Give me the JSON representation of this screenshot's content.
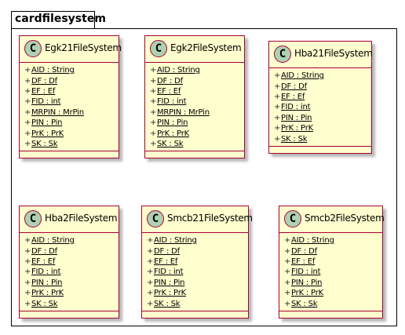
{
  "package": {
    "name": "cardfilesystem"
  },
  "classes": [
    {
      "badge": "C",
      "name": "Egk21FileSystem",
      "attributes": [
        {
          "vis": "+",
          "text": "AID : String"
        },
        {
          "vis": "+",
          "text": "DF : Df"
        },
        {
          "vis": "+",
          "text": "EF : Ef"
        },
        {
          "vis": "+",
          "text": "FID : int"
        },
        {
          "vis": "+",
          "text": "MRPIN : MrPin"
        },
        {
          "vis": "+",
          "text": "PIN : Pin"
        },
        {
          "vis": "+",
          "text": "PrK : PrK"
        },
        {
          "vis": "+",
          "text": "SK : Sk"
        }
      ]
    },
    {
      "badge": "C",
      "name": "Egk2FileSystem",
      "attributes": [
        {
          "vis": "+",
          "text": "AID : String"
        },
        {
          "vis": "+",
          "text": "DF : Df"
        },
        {
          "vis": "+",
          "text": "EF : Ef"
        },
        {
          "vis": "+",
          "text": "FID : int"
        },
        {
          "vis": "+",
          "text": "MRPIN : MrPin"
        },
        {
          "vis": "+",
          "text": "PIN : Pin"
        },
        {
          "vis": "+",
          "text": "PrK : PrK"
        },
        {
          "vis": "+",
          "text": "SK : Sk"
        }
      ]
    },
    {
      "badge": "C",
      "name": "Hba21FileSystem",
      "attributes": [
        {
          "vis": "+",
          "text": "AID : String"
        },
        {
          "vis": "+",
          "text": "DF : Df"
        },
        {
          "vis": "+",
          "text": "EF : Ef"
        },
        {
          "vis": "+",
          "text": "FID : int"
        },
        {
          "vis": "+",
          "text": "PIN : Pin"
        },
        {
          "vis": "+",
          "text": "PrK : PrK"
        },
        {
          "vis": "+",
          "text": "SK : Sk"
        }
      ]
    },
    {
      "badge": "C",
      "name": "Hba2FileSystem",
      "attributes": [
        {
          "vis": "+",
          "text": "AID : String"
        },
        {
          "vis": "+",
          "text": "DF : Df"
        },
        {
          "vis": "+",
          "text": "EF : Ef"
        },
        {
          "vis": "+",
          "text": "FID : int"
        },
        {
          "vis": "+",
          "text": "PIN : Pin"
        },
        {
          "vis": "+",
          "text": "PrK : PrK"
        },
        {
          "vis": "+",
          "text": "SK : Sk"
        }
      ]
    },
    {
      "badge": "C",
      "name": "Smcb21FileSystem",
      "attributes": [
        {
          "vis": "+",
          "text": "AID : String"
        },
        {
          "vis": "+",
          "text": "DF : Df"
        },
        {
          "vis": "+",
          "text": "EF : Ef"
        },
        {
          "vis": "+",
          "text": "FID : int"
        },
        {
          "vis": "+",
          "text": "PIN : Pin"
        },
        {
          "vis": "+",
          "text": "PrK : PrK"
        },
        {
          "vis": "+",
          "text": "SK : Sk"
        }
      ]
    },
    {
      "badge": "C",
      "name": "Smcb2FileSystem",
      "attributes": [
        {
          "vis": "+",
          "text": "AID : String"
        },
        {
          "vis": "+",
          "text": "DF : Df"
        },
        {
          "vis": "+",
          "text": "EF : Ef"
        },
        {
          "vis": "+",
          "text": "FID : int"
        },
        {
          "vis": "+",
          "text": "PIN : Pin"
        },
        {
          "vis": "+",
          "text": "PrK : PrK"
        },
        {
          "vis": "+",
          "text": "SK : Sk"
        }
      ]
    }
  ],
  "colors": {
    "class_fill": "#fefece",
    "class_border": "#a80036",
    "badge_fill": "#add1b2"
  }
}
